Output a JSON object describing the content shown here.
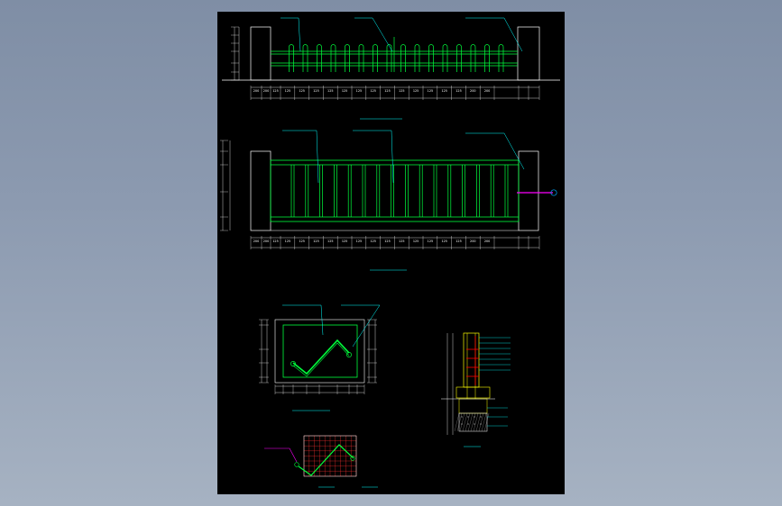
{
  "drawing": {
    "elevation1": {
      "callout_left": "",
      "callout_mid": "",
      "callout_right": "",
      "dims_bottom": [
        "200",
        "200",
        "125",
        "125",
        "125",
        "125",
        "125",
        "125",
        "125",
        "125",
        "125",
        "125",
        "125",
        "125",
        "125",
        "125",
        "200",
        "200"
      ],
      "dim_total": "",
      "dims_left": [
        "",
        "",
        "",
        "",
        ""
      ],
      "title": ""
    },
    "elevation2": {
      "callout_left": "",
      "callout_mid": "",
      "callout_right": "",
      "dims_bottom": [
        "200",
        "200",
        "125",
        "125",
        "125",
        "125",
        "125",
        "125",
        "125",
        "125",
        "125",
        "125",
        "125",
        "125",
        "125",
        "125",
        "200",
        "200"
      ],
      "dim_total": "",
      "dims_left": [
        "",
        "",
        "",
        "",
        ""
      ],
      "title": ""
    },
    "panel_detail": {
      "callout_left": "",
      "callout_right": "",
      "title": "",
      "dims_bottom": [
        "",
        "",
        "",
        "",
        "",
        ""
      ],
      "dim_total": ""
    },
    "section_detail": {
      "title": ""
    },
    "grid_detail": {
      "title_left": "",
      "title_right": ""
    },
    "colors": {
      "fence": "#00ff3c",
      "annotation": "#00ffff",
      "post": "#ffffff",
      "marker": "#ff00ff",
      "concrete": "#ffff00",
      "rebar": "#ff0000"
    }
  }
}
